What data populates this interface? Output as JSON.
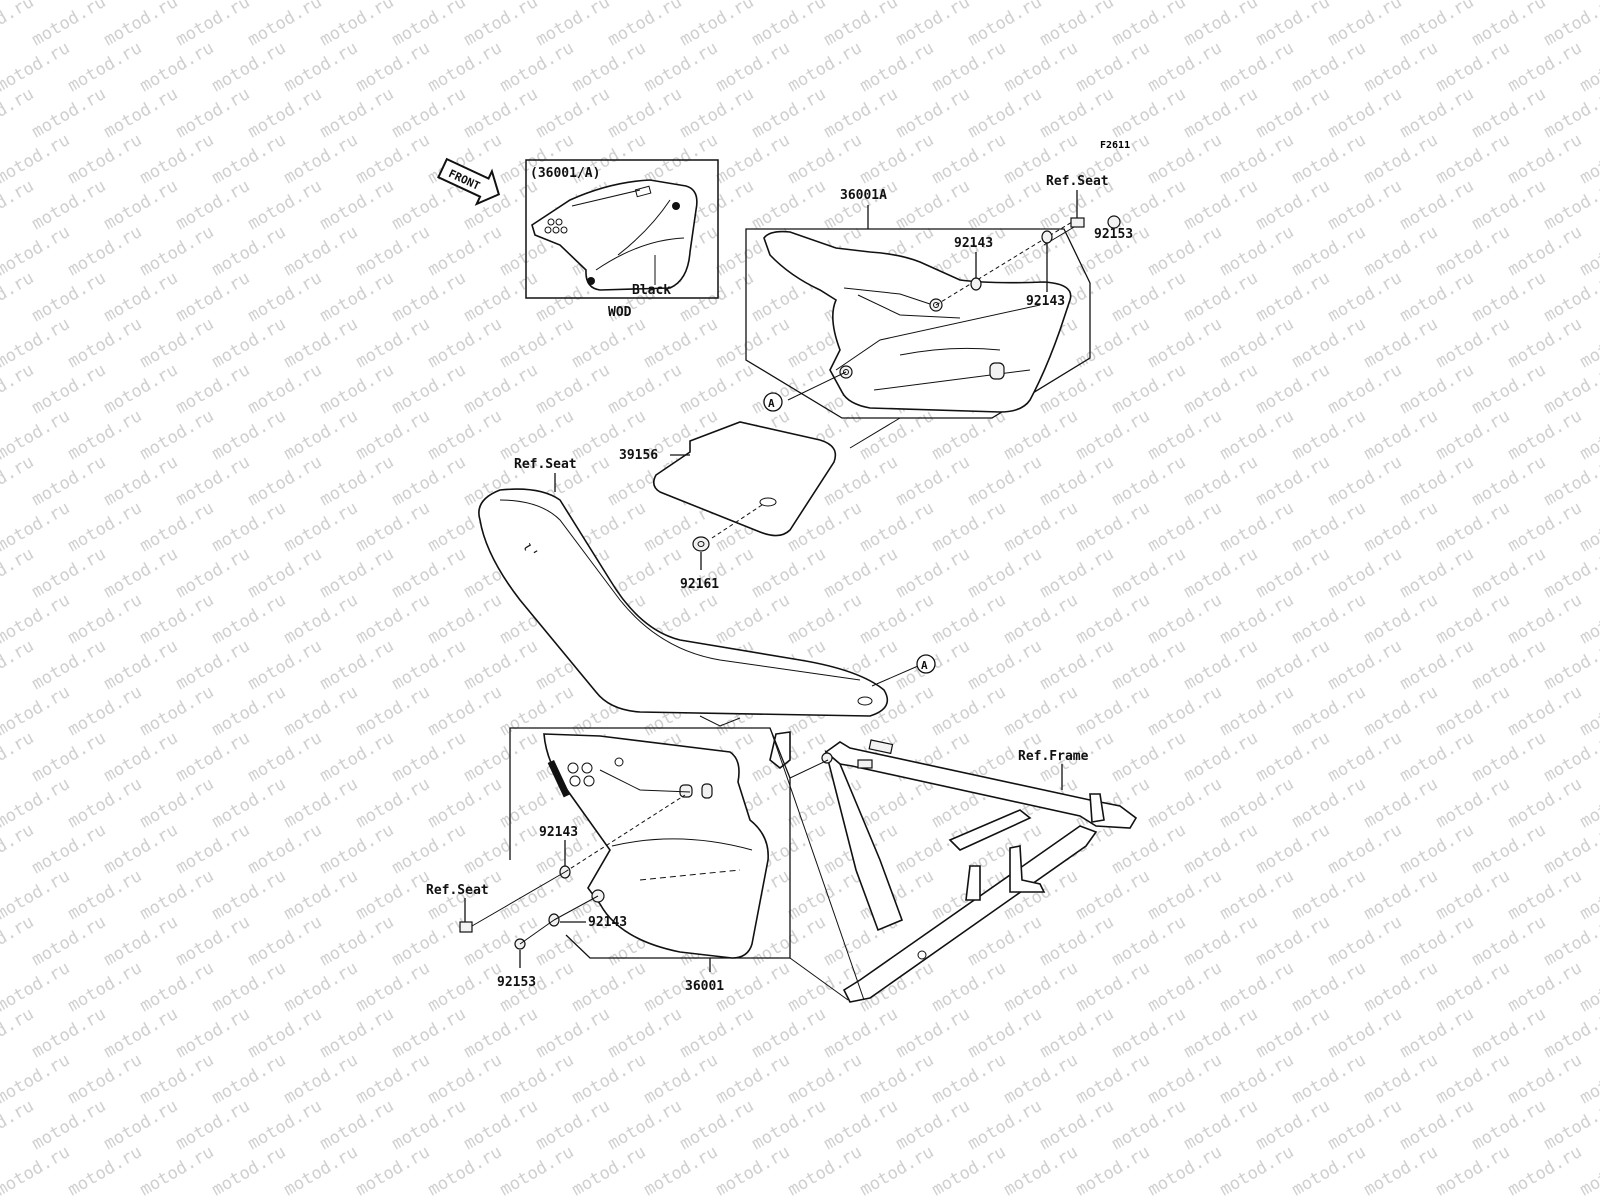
{
  "figure_code": "F2611",
  "front_label": "FRONT",
  "watermark_text": "motod.ru",
  "inset": {
    "title": "(36001/A)",
    "color_label": "Black",
    "caption": "WOD"
  },
  "labels": {
    "side_cover_a": "36001A",
    "side_cover": "36001",
    "ref_seat": "Ref.Seat",
    "ref_frame": "Ref.Frame",
    "collar": "92143",
    "bolt": "92153",
    "pad": "39156",
    "damper": "92161",
    "marker_a": "A"
  },
  "colors": {
    "line": "#111111",
    "watermark": "#cfcfcf",
    "background": "#ffffff"
  }
}
